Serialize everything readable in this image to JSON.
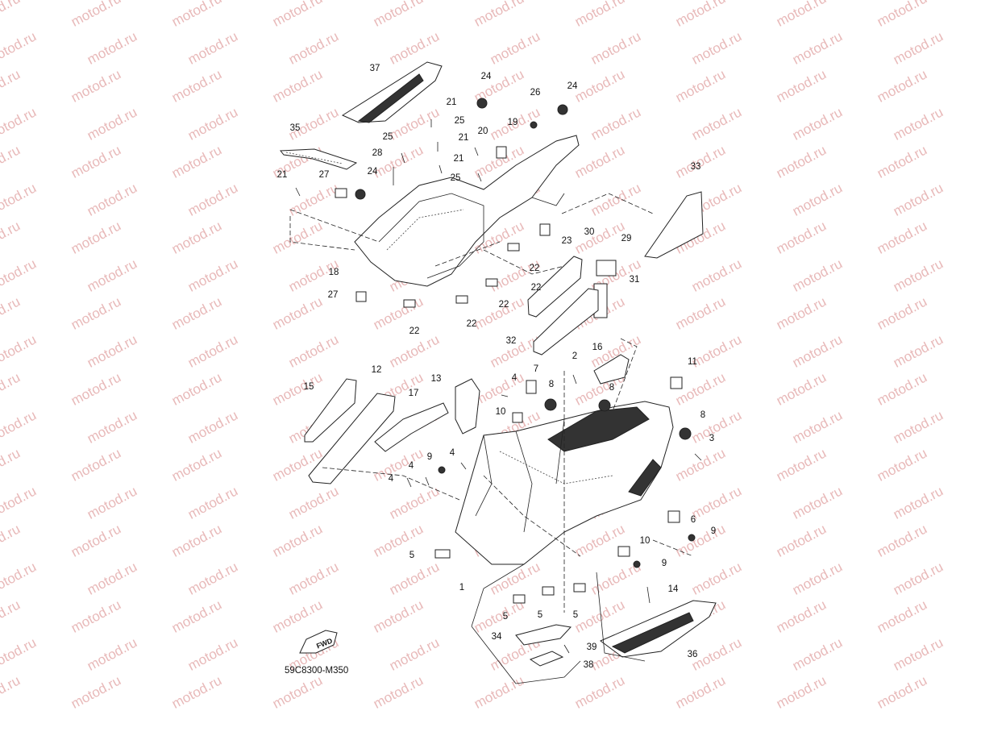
{
  "watermark": "motod.ru",
  "diagram_code": "59C8300-M350",
  "fwd_label": "FWD",
  "callouts": [
    "37",
    "24",
    "26",
    "24",
    "21",
    "25",
    "21",
    "20",
    "19",
    "35",
    "25",
    "28",
    "21",
    "24",
    "27",
    "25",
    "21",
    "33",
    "30",
    "29",
    "23",
    "22",
    "18",
    "22",
    "31",
    "27",
    "22",
    "22",
    "22",
    "32",
    "16",
    "2",
    "11",
    "15",
    "12",
    "13",
    "7",
    "4",
    "8",
    "8",
    "17",
    "10",
    "8",
    "3",
    "9",
    "4",
    "4",
    "4",
    "6",
    "9",
    "10",
    "5",
    "9",
    "1",
    "14",
    "5",
    "5",
    "5",
    "34",
    "39",
    "36",
    "38"
  ]
}
